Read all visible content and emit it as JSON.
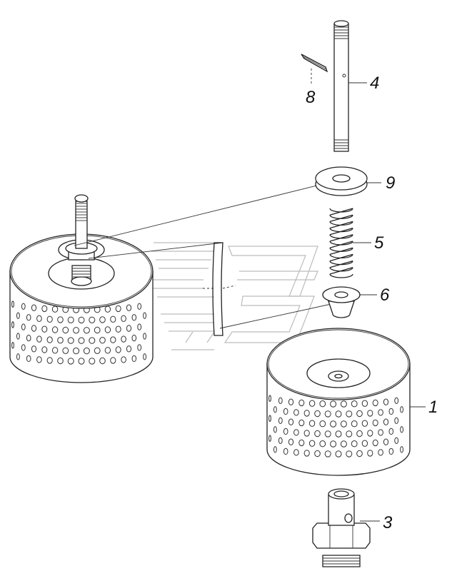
{
  "callouts": {
    "c1": "1",
    "c3": "3",
    "c4": "4",
    "c5": "5",
    "c6": "6",
    "c8": "8",
    "c9": "9"
  }
}
